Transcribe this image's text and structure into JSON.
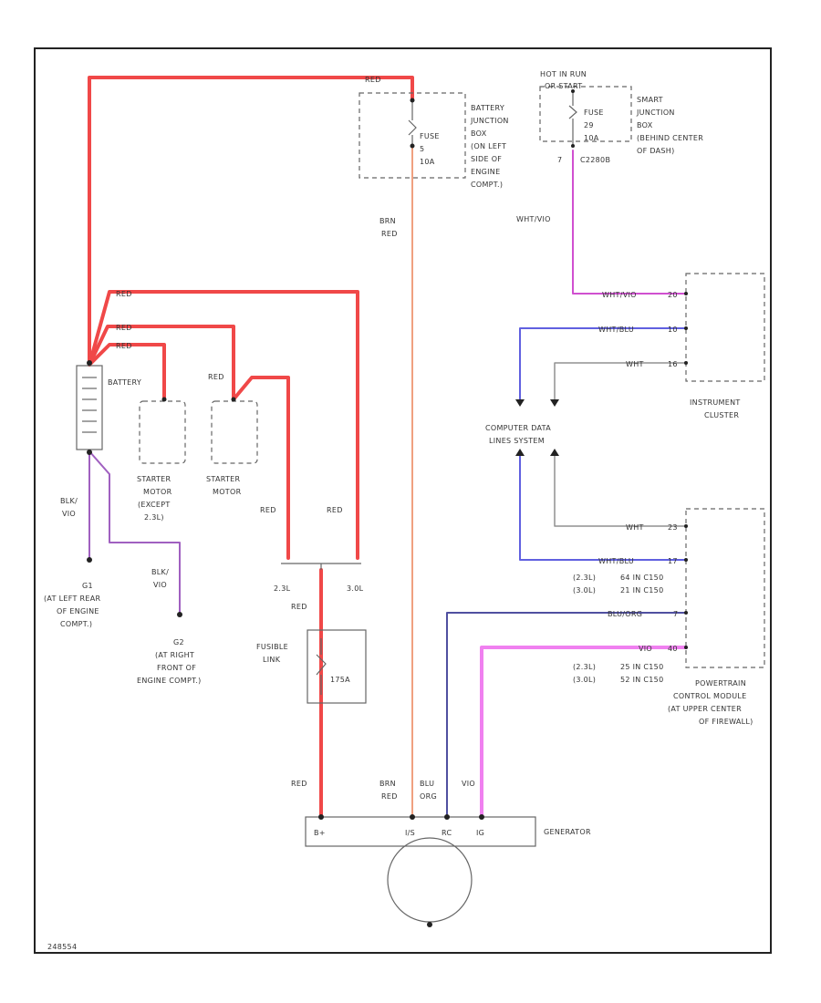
{
  "colors": {
    "red": "#f04848",
    "brn_red": "#f0a080",
    "vio": "#d050d0",
    "pink": "#f080f0",
    "blue": "#6060e0",
    "navy": "#5050a0",
    "gray": "#909090",
    "purple": "#a060c0"
  },
  "wire_labels": {
    "red_top": "RED",
    "red_1": "RED",
    "red_2": "RED",
    "red_3": "RED",
    "red_4": "RED",
    "red_5": "RED",
    "red_6": "RED",
    "red_7": "RED",
    "red_8": "RED",
    "brn_red_1": "BRN",
    "brn_red_1b": "RED",
    "brn_red_2": "BRN",
    "brn_red_2b": "RED",
    "blu_org_a": "BLU",
    "blu_org_b": "ORG",
    "vio_gen": "VIO",
    "blk_vio_1a": "BLK/",
    "blk_vio_1b": "VIO",
    "blk_vio_2a": "BLK/",
    "blk_vio_2b": "VIO",
    "wht_vio_1": "WHT/VIO",
    "wht_vio_2": "WHT/VIO",
    "wht_blu_1": "WHT/BLU",
    "wht_1": "WHT",
    "wht_2": "WHT",
    "wht_blu_2": "WHT/BLU",
    "blu_org": "BLU/ORG",
    "vio_pcm": "VIO"
  },
  "pins": {
    "ic_1": "20",
    "ic_2": "10",
    "ic_3": "16",
    "pcm_1": "23",
    "pcm_2": "17",
    "pcm_3": "7",
    "pcm_4": "40"
  },
  "components": {
    "battery": "BATTERY",
    "starter_except": [
      "STARTER",
      "MOTOR",
      "(EXCEPT",
      "2.3L)"
    ],
    "starter": [
      "STARTER",
      "MOTOR"
    ],
    "fusible_link": [
      "FUSIBLE",
      "LINK"
    ],
    "fusible_amps": "175A",
    "fuse_bjb": [
      "FUSE",
      "5",
      "10A"
    ],
    "bjb": [
      "BATTERY",
      "JUNCTION",
      "BOX",
      "(ON LEFT",
      "SIDE OF",
      "ENGINE",
      "COMPT.)"
    ],
    "hot_run": [
      "HOT IN RUN",
      "OR START"
    ],
    "fuse_sjb": [
      "FUSE",
      "29",
      "10A"
    ],
    "sjb": [
      "SMART",
      "JUNCTION",
      "BOX",
      "(BEHIND CENTER",
      "OF DASH)"
    ],
    "connector": "C2280B",
    "sjb_pin": "7",
    "instrument_cluster": [
      "INSTRUMENT",
      "CLUSTER"
    ],
    "data_link": [
      "COMPUTER DATA",
      "LINES SYSTEM"
    ],
    "pcm_rows": [
      [
        "(2.3L)",
        "64 IN C150"
      ],
      [
        "(3.0L)",
        "21 IN C150"
      ],
      [
        "(2.3L)",
        "25 IN C150"
      ],
      [
        "(3.0L)",
        "52 IN C150"
      ]
    ],
    "pcm": [
      "POWERTRAIN",
      "CONTROL MODULE",
      "(AT UPPER CENTER",
      "OF FIREWALL)"
    ],
    "generator": "GENERATOR",
    "gen_terminals": [
      "B+",
      "I/S",
      "RC",
      "IG"
    ],
    "engine_23": "2.3L",
    "engine_30": "3.0L",
    "g1": [
      "G1",
      "(AT LEFT REAR",
      "OF ENGINE",
      "COMPT.)"
    ],
    "g2": [
      "G2",
      "(AT RIGHT",
      "FRONT OF",
      "ENGINE COMPT.)"
    ],
    "footer": "248554"
  }
}
